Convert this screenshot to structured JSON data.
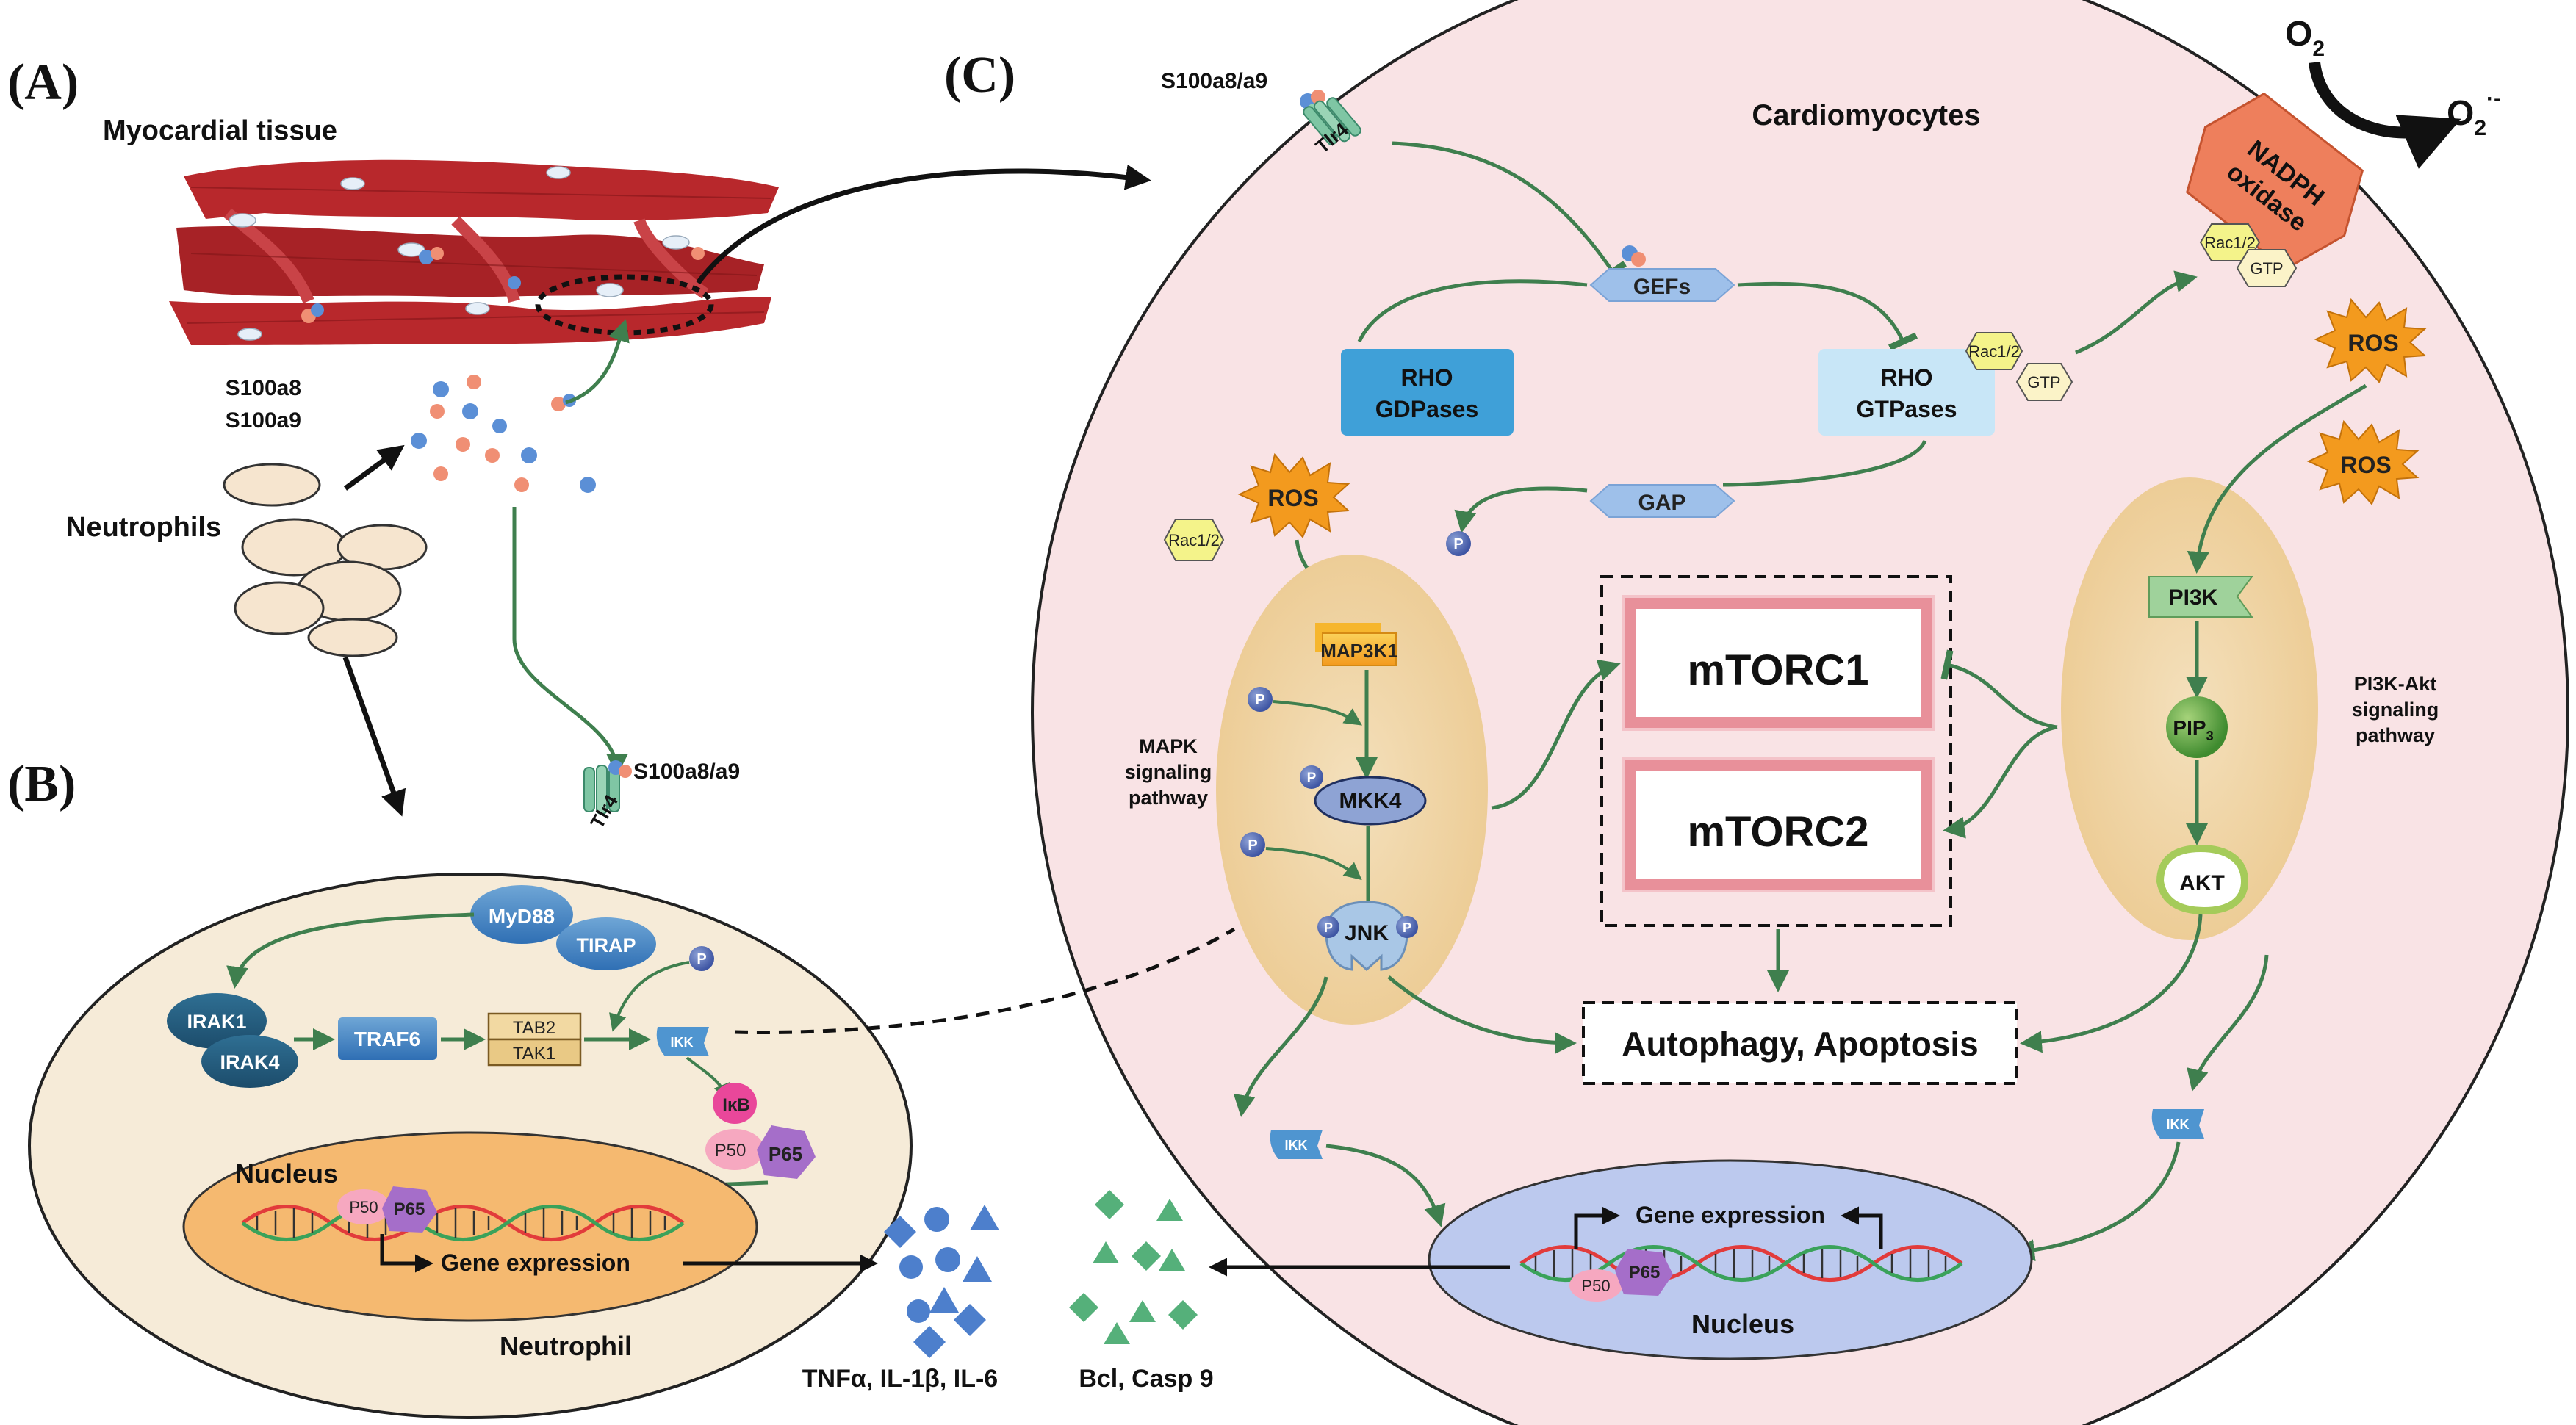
{
  "panels": {
    "a": "(A)",
    "b": "(B)",
    "c": "(C)"
  },
  "panel_a": {
    "tissue": "Myocardial tissue",
    "s100a8": "S100a8",
    "s100a9": "S100a9",
    "neutrophils": "Neutrophils"
  },
  "panel_b": {
    "ligand": "S100a8/a9",
    "receptor": "Tlr4",
    "myd88": "MyD88",
    "tirap": "TIRAP",
    "irak1": "IRAK1",
    "irak4": "IRAK4",
    "traf6": "TRAF6",
    "tab2": "TAB2",
    "tak1": "TAK1",
    "ikk": "IKK",
    "p": "P",
    "ikb": "IκB",
    "p50": "P50",
    "p65": "P65",
    "nucleus": "Nucleus",
    "gene_expression": "Gene expression",
    "cell": "Neutrophil"
  },
  "panel_c": {
    "ligand": "S100a8/a9",
    "receptor": "Tlr4",
    "cell": "Cardiomyocytes",
    "o2": "O",
    "o2_sub": "2",
    "o2m": "O",
    "o2m_sub": "2",
    "o2m_sup": "·-",
    "nadph": [
      "NADPH",
      "oxidase"
    ],
    "rac": "Rac1/2",
    "gtp": "GTP",
    "ros": "ROS",
    "gefs": "GEFs",
    "gap": "GAP",
    "rho_gdp": [
      "RHO",
      "GDPases"
    ],
    "rho_gtp": [
      "RHO",
      "GTPases"
    ],
    "map3k1": "MAP3K1",
    "mkk4": "MKK4",
    "jnk": "JNK",
    "p": "P",
    "mapk_label": [
      "MAPK",
      "signaling",
      "pathway"
    ],
    "mtorc1": "mTORC1",
    "mtorc2": "mTORC2",
    "autophagy": "Autophagy, Apoptosis",
    "pi3k": "PI3K",
    "pip": "PIP",
    "pip_sub": "3",
    "akt": "AKT",
    "pi3k_label": [
      "PI3K-Akt",
      "signaling",
      "pathway"
    ],
    "ikk": "IKK",
    "gene_expression": "Gene expression",
    "p50": "P50",
    "p65": "P65",
    "nucleus": "Nucleus"
  },
  "outputs": {
    "cytokines": "TNFα, IL-1β, IL-6",
    "bcl": "Bcl, Casp 9"
  },
  "colors": {
    "arrow": "#3f7f4e",
    "cardio_bg": "#f9e3e5",
    "neutro_bg": "#f6ebd8",
    "muscle": "#b8282c",
    "mtor": "#e8909a",
    "ros": "#f39a1e",
    "nadph": "#ee7f5c"
  }
}
